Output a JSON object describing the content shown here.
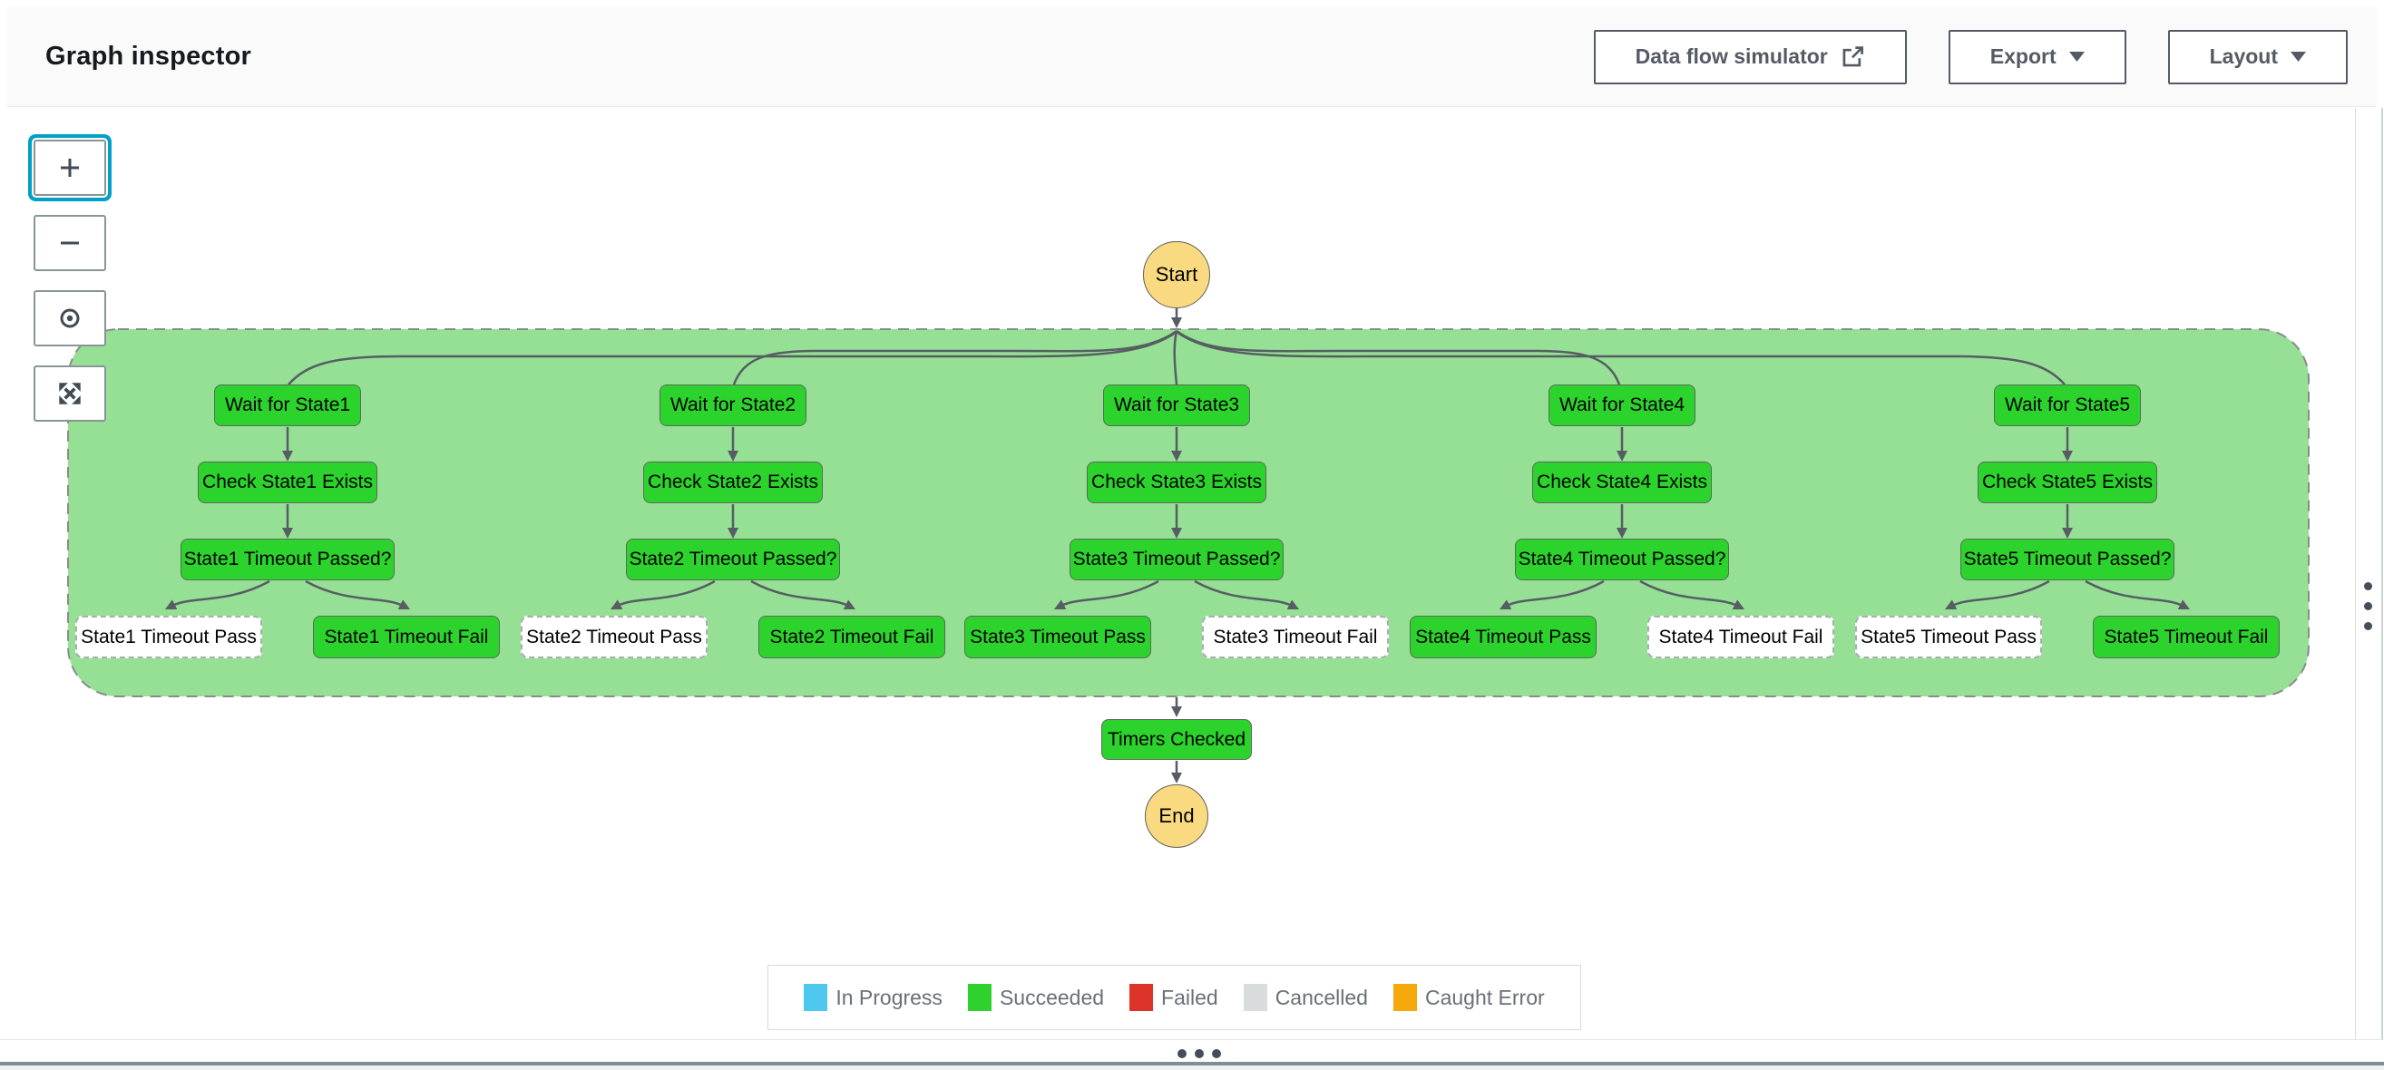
{
  "header": {
    "title": "Graph inspector",
    "buttons": {
      "data_flow_simulator": "Data flow simulator",
      "export": "Export",
      "layout": "Layout"
    }
  },
  "toolbar": {
    "icons": [
      "zoom-in-icon",
      "zoom-out-icon",
      "center-graph-icon",
      "fit-to-view-icon"
    ]
  },
  "colors": {
    "succeeded": "#2cd32c",
    "region": "#95e095",
    "terminal": "#f9da80",
    "edge": "#575d63",
    "accent_focus": "#00a1c9"
  },
  "diagram": {
    "start": {
      "label": "Start"
    },
    "end": {
      "label": "End"
    },
    "timers": {
      "label": "Timers Checked",
      "status": "succeeded"
    },
    "branches": [
      {
        "wait": {
          "label": "Wait for State1",
          "status": "succeeded"
        },
        "check": {
          "label": "Check State1 Exists",
          "status": "succeeded"
        },
        "question": {
          "label": "State1 Timeout Passed?",
          "status": "succeeded"
        },
        "pass": {
          "label": "State1 Timeout Pass",
          "status": "not-entered"
        },
        "fail": {
          "label": "State1 Timeout Fail",
          "status": "succeeded"
        }
      },
      {
        "wait": {
          "label": "Wait for State2",
          "status": "succeeded"
        },
        "check": {
          "label": "Check State2 Exists",
          "status": "succeeded"
        },
        "question": {
          "label": "State2 Timeout Passed?",
          "status": "succeeded"
        },
        "pass": {
          "label": "State2 Timeout Pass",
          "status": "not-entered"
        },
        "fail": {
          "label": "State2 Timeout Fail",
          "status": "succeeded"
        }
      },
      {
        "wait": {
          "label": "Wait for State3",
          "status": "succeeded"
        },
        "check": {
          "label": "Check State3 Exists",
          "status": "succeeded"
        },
        "question": {
          "label": "State3 Timeout Passed?",
          "status": "succeeded"
        },
        "pass": {
          "label": "State3 Timeout Pass",
          "status": "succeeded"
        },
        "fail": {
          "label": "State3 Timeout Fail",
          "status": "not-entered"
        }
      },
      {
        "wait": {
          "label": "Wait for State4",
          "status": "succeeded"
        },
        "check": {
          "label": "Check State4 Exists",
          "status": "succeeded"
        },
        "question": {
          "label": "State4 Timeout Passed?",
          "status": "succeeded"
        },
        "pass": {
          "label": "State4 Timeout Pass",
          "status": "succeeded"
        },
        "fail": {
          "label": "State4 Timeout Fail",
          "status": "not-entered"
        }
      },
      {
        "wait": {
          "label": "Wait for State5",
          "status": "succeeded"
        },
        "check": {
          "label": "Check State5 Exists",
          "status": "succeeded"
        },
        "question": {
          "label": "State5 Timeout Passed?",
          "status": "succeeded"
        },
        "pass": {
          "label": "State5 Timeout Pass",
          "status": "not-entered"
        },
        "fail": {
          "label": "State5 Timeout Fail",
          "status": "succeeded"
        }
      }
    ]
  },
  "legend": {
    "items": [
      {
        "label": "In Progress",
        "color": "#4fc8ef"
      },
      {
        "label": "Succeeded",
        "color": "#2ed12e"
      },
      {
        "label": "Failed",
        "color": "#de3328"
      },
      {
        "label": "Cancelled",
        "color": "#d9dcdc"
      },
      {
        "label": "Caught Error",
        "color": "#f7a80b"
      }
    ]
  }
}
